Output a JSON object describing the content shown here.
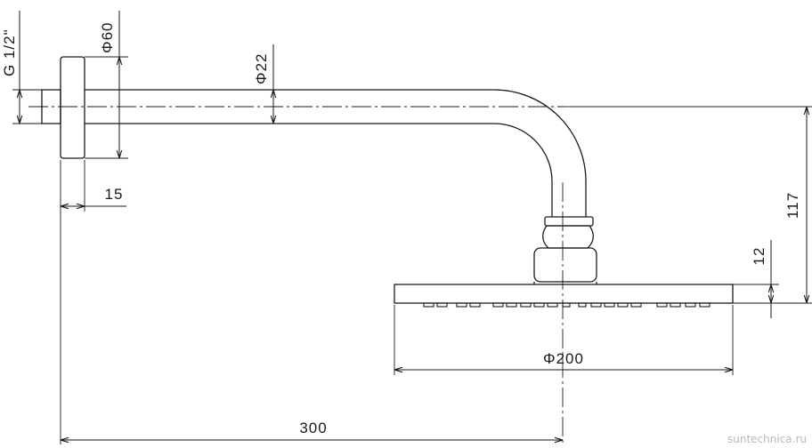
{
  "dimensions": {
    "thread": "G 1/2\"",
    "flange_diameter": "Φ60",
    "pipe_diameter": "Φ22",
    "flange_thickness": "15",
    "height_to_head": "117",
    "head_thickness": "12",
    "head_diameter": "Φ200",
    "reach": "300"
  },
  "watermark": "suntechnica.ru",
  "colors": {
    "line": "#1a1a1a",
    "watermark": "#b8b8b8"
  }
}
